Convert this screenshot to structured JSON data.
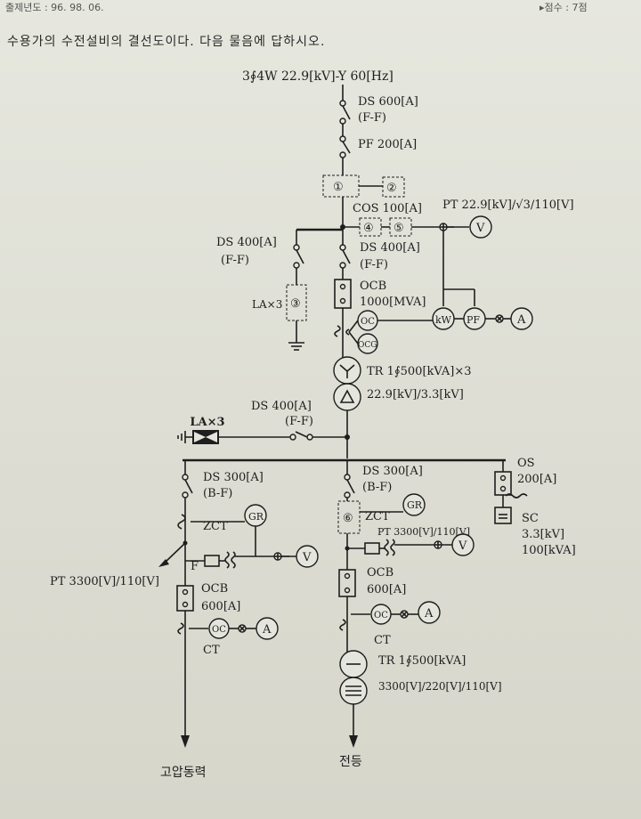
{
  "header": {
    "year_label": "출제년도 : 96. 98. 06.",
    "score_label": "▸점수 : 7점"
  },
  "question": "수용가의 수전설비의 결선도이다. 다음 물음에 답하시오.",
  "diagram": {
    "source": "3∮4W 22.9[kV]-Y 60[Hz]",
    "ds600": "DS 600[A]",
    "ff": "(F-F)",
    "pf200": "PF 200[A]",
    "box1": "①",
    "box2": "②",
    "cos": "COS 100[A]",
    "pt_main": "PT 22.9[kV]/√3/110[V]",
    "box4": "④",
    "box5": "⑤",
    "v": "V",
    "ds400": "DS 400[A]",
    "la3": "LA×3",
    "box3": "③",
    "ocb": "OCB",
    "ocb_rating": "1000[MVA]",
    "oc": "OC",
    "ocg": "OCG",
    "kw": "kW",
    "pf": "PF",
    "a": "A",
    "tr_main": "TR 1∮500[kVA]×3",
    "tr_main_ratio": "22.9[kV]/3.3[kV]",
    "la3_bold": "LA×3",
    "ds300": "DS 300[A]",
    "bf": "(B-F)",
    "os": "OS",
    "os_rating": "200[A]",
    "sc": "SC",
    "sc_kv": "3.3[kV]",
    "sc_kva": "100[kVA]",
    "zct": "ZCT",
    "gr": "GR",
    "box6": "⑥",
    "pt_branch": "PT 3300[V]/110[V]",
    "f": "F",
    "ocb600": "600[A]",
    "ct": "CT",
    "tr_light": "TR 1∮500[kVA]",
    "tr_light_ratio": "3300[V]/220[V]/110[V]",
    "load_power": "고압동력",
    "load_light": "전등"
  }
}
